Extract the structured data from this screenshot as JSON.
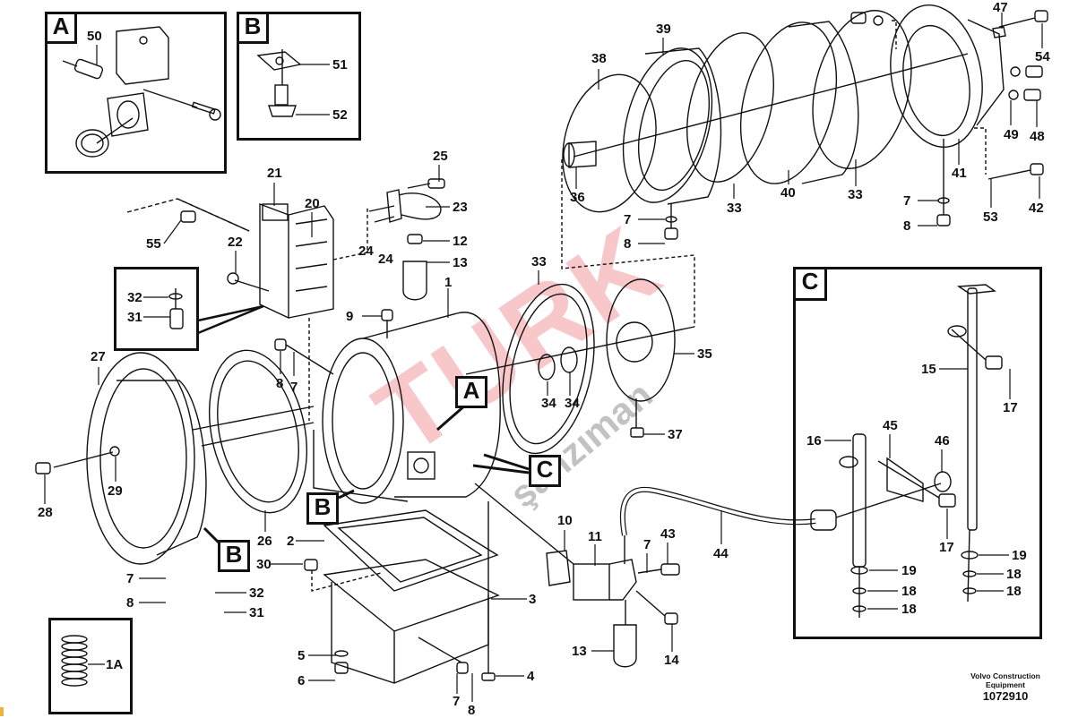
{
  "diagram": {
    "manufacturer": "Volvo Construction Equipment",
    "drawing_number": "1072910",
    "watermark": {
      "main": "TURK",
      "sub": "şanzıman",
      "color": "#e6505a"
    },
    "insets": [
      {
        "id": "A",
        "label": "A",
        "parts": [
          "50"
        ]
      },
      {
        "id": "B",
        "label": "B",
        "parts": [
          "51",
          "52"
        ]
      },
      {
        "id": "C",
        "label": "C",
        "parts": [
          "15",
          "16",
          "17",
          "17",
          "18",
          "18",
          "18",
          "18",
          "19",
          "19",
          "45",
          "46"
        ]
      },
      {
        "id": "valve",
        "label": "",
        "parts": [
          "31",
          "32"
        ]
      },
      {
        "id": "spring",
        "label": "",
        "parts": [
          "1A"
        ]
      }
    ],
    "callout_tags": [
      "A",
      "B",
      "B",
      "C"
    ],
    "part_labels": {
      "p50": "50",
      "p51": "51",
      "p52": "52",
      "p21": "21",
      "p20": "20",
      "p25": "25",
      "p23": "23",
      "p24a": "24",
      "p24b": "24",
      "p12": "12",
      "p13a": "13",
      "p55": "55",
      "p22": "22",
      "p32a": "32",
      "p31a": "31",
      "p1": "1",
      "p9": "9",
      "p8a": "8",
      "p7a": "7",
      "p27": "27",
      "p29": "29",
      "p28": "28",
      "p26": "26",
      "p7b": "7",
      "p8b": "8",
      "p32b": "32",
      "p31b": "31",
      "p1A": "1A",
      "p2": "2",
      "p30": "30",
      "p3": "3",
      "p5": "5",
      "p6": "6",
      "p4": "4",
      "p7c": "7",
      "p8c": "8",
      "p10": "10",
      "p11": "11",
      "p43": "43",
      "p7d": "7",
      "p13b": "13",
      "p14": "14",
      "p44": "44",
      "p33a": "33",
      "p34a": "34",
      "p34b": "34",
      "p35": "35",
      "p37": "37",
      "p36": "36",
      "p38": "38",
      "p39": "39",
      "p7e": "7",
      "p8d": "8",
      "p33b": "33",
      "p40": "40",
      "p33c": "33",
      "p47": "47",
      "p54": "54",
      "p49": "49",
      "p48": "48",
      "p41": "41",
      "p7f": "7",
      "p8e": "8",
      "p53": "53",
      "p42": "42",
      "p15": "15",
      "p17a": "17",
      "p16": "16",
      "p45": "45",
      "p46": "46",
      "p17b": "17",
      "p19a": "19",
      "p18a": "18",
      "p18b": "18",
      "p19b": "19",
      "p18c": "18",
      "p18d": "18"
    }
  }
}
